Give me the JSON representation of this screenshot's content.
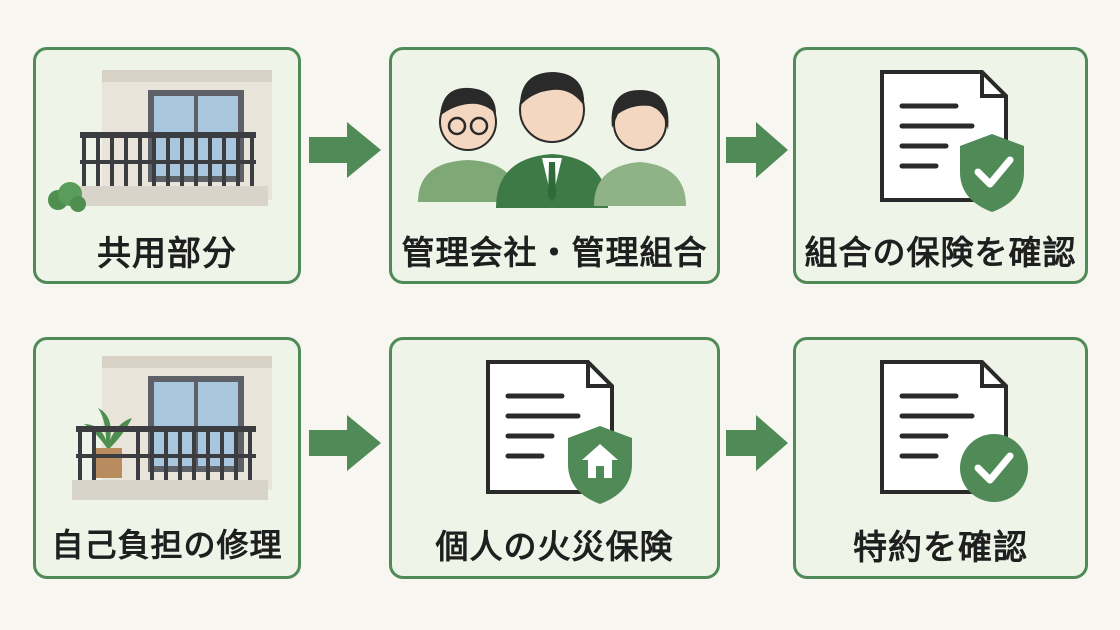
{
  "rows": [
    {
      "cards": [
        {
          "label": "共用部分",
          "icon": "balcony-icon"
        },
        {
          "label": "管理会社・管理組合",
          "icon": "people-group-icon"
        },
        {
          "label": "組合の保険を確認",
          "icon": "document-shield-check-icon"
        }
      ]
    },
    {
      "cards": [
        {
          "label": "自己負担の修理",
          "icon": "balcony-plant-icon"
        },
        {
          "label": "個人の火災保険",
          "icon": "document-shield-house-icon"
        },
        {
          "label": "特約を確認",
          "icon": "document-check-icon"
        }
      ]
    }
  ],
  "colors": {
    "accent": "#4f8a57",
    "card_bg": "#eef4e8",
    "arrow": "#4f8a57",
    "page_bg": "#f7f6f0"
  }
}
